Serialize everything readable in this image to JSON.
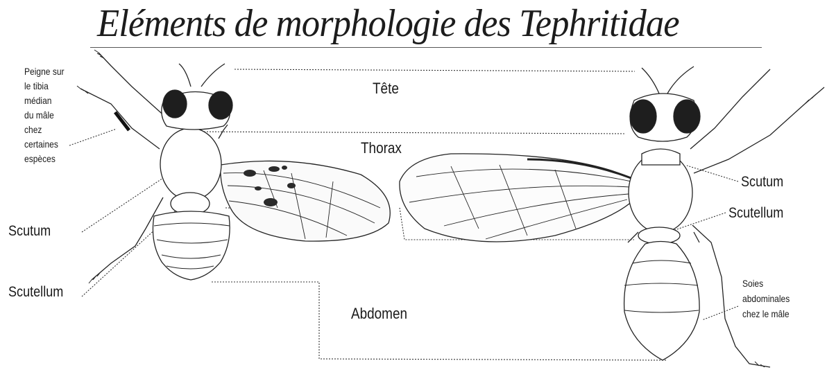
{
  "title": "Eléments de morphologie des Tephritidae",
  "labels": {
    "tete": "Tête",
    "thorax": "Thorax",
    "abdomen": "Abdomen",
    "scutum_left": "Scutum",
    "scutellum_left": "Scutellum",
    "scutum_right": "Scutum",
    "scutellum_right": "Scutellum",
    "peigne": [
      "Peigne sur",
      "le tibia",
      "médian",
      "du mâle",
      "chez",
      "certaines",
      "espèces"
    ],
    "soies": [
      "Soies",
      "abdominales",
      "chez le mâle"
    ]
  },
  "colors": {
    "ink": "#1a1a1a",
    "eye": "#1e1e1e",
    "leader": "#555555"
  }
}
